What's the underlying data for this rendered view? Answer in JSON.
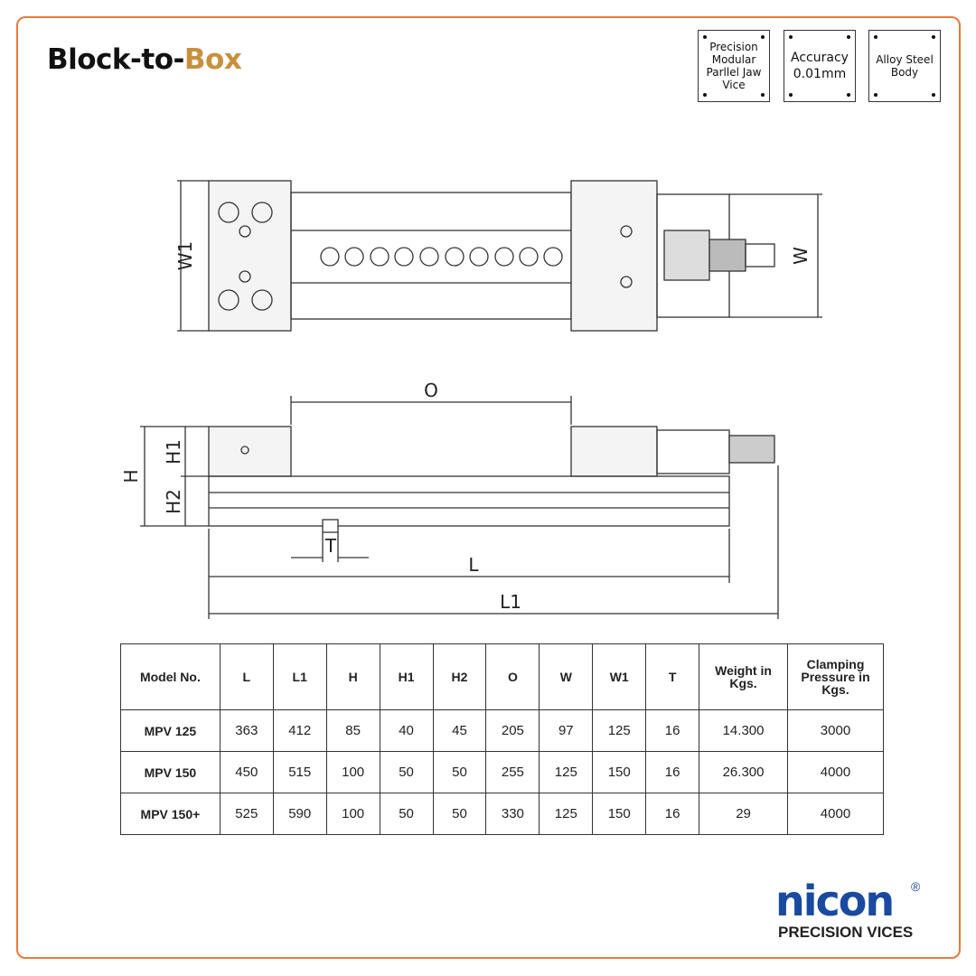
{
  "brand": {
    "logo_left": "Block-to-",
    "logo_right": "Box"
  },
  "badges": [
    "Precision Modular Parllel Jaw Vice",
    "Accuracy 0.01mm",
    "Alloy Steel Body"
  ],
  "drawing": {
    "labels": {
      "W1": "W1",
      "W": "W",
      "O": "O",
      "H": "H",
      "H1": "H1",
      "H2": "H2",
      "T": "T",
      "L": "L",
      "L1": "L1"
    }
  },
  "table": {
    "headers": [
      "Model No.",
      "L",
      "L1",
      "H",
      "H1",
      "H2",
      "O",
      "W",
      "W1",
      "T",
      "Weight in Kgs.",
      "Clamping Pressure in Kgs."
    ],
    "rows": [
      [
        "MPV 125",
        "363",
        "412",
        "85",
        "40",
        "45",
        "205",
        "97",
        "125",
        "16",
        "14.300",
        "3000"
      ],
      [
        "MPV 150",
        "450",
        "515",
        "100",
        "50",
        "50",
        "255",
        "125",
        "150",
        "16",
        "26.300",
        "4000"
      ],
      [
        "MPV 150+",
        "525",
        "590",
        "100",
        "50",
        "50",
        "330",
        "125",
        "150",
        "16",
        "29",
        "4000"
      ]
    ]
  },
  "footer": {
    "logo": "nicon",
    "registered": "®",
    "tagline": "PRECISION VICES"
  }
}
